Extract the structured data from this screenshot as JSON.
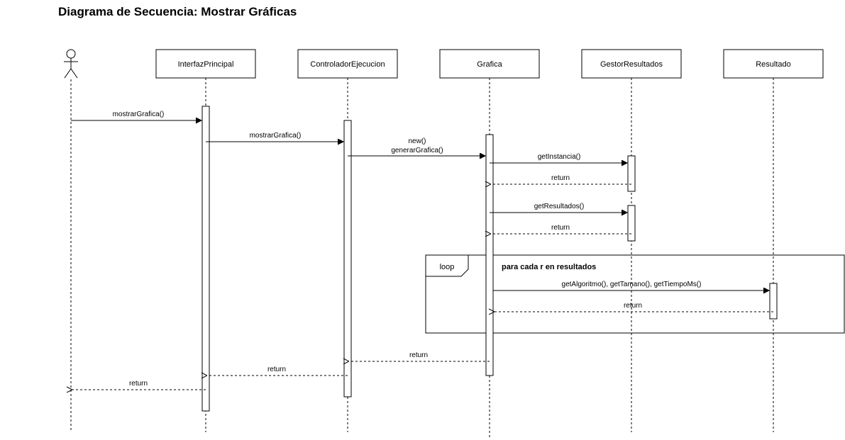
{
  "title": "Diagrama de Secuencia: Mostrar Gráficas",
  "participants": {
    "interfaz": "InterfazPrincipal",
    "controlador": "ControladorEjecucion",
    "grafica": "Grafica",
    "gestor": "GestorResultados",
    "resultado": "Resultado"
  },
  "messages": {
    "m1": "mostrarGrafica()",
    "m2": "mostrarGrafica()",
    "m3_line1": "new()",
    "m3_line2": "generarGrafica()",
    "m4": "getInstancia()",
    "r4": "return",
    "m5": "getResultados()",
    "r5": "return",
    "m6": "getAlgoritmo(), getTamano(), getTiempoMs()",
    "r6": "return",
    "r3": "return",
    "r2": "return",
    "r1": "return"
  },
  "loop": {
    "operator": "loop",
    "guard": "para cada r en resultados"
  }
}
